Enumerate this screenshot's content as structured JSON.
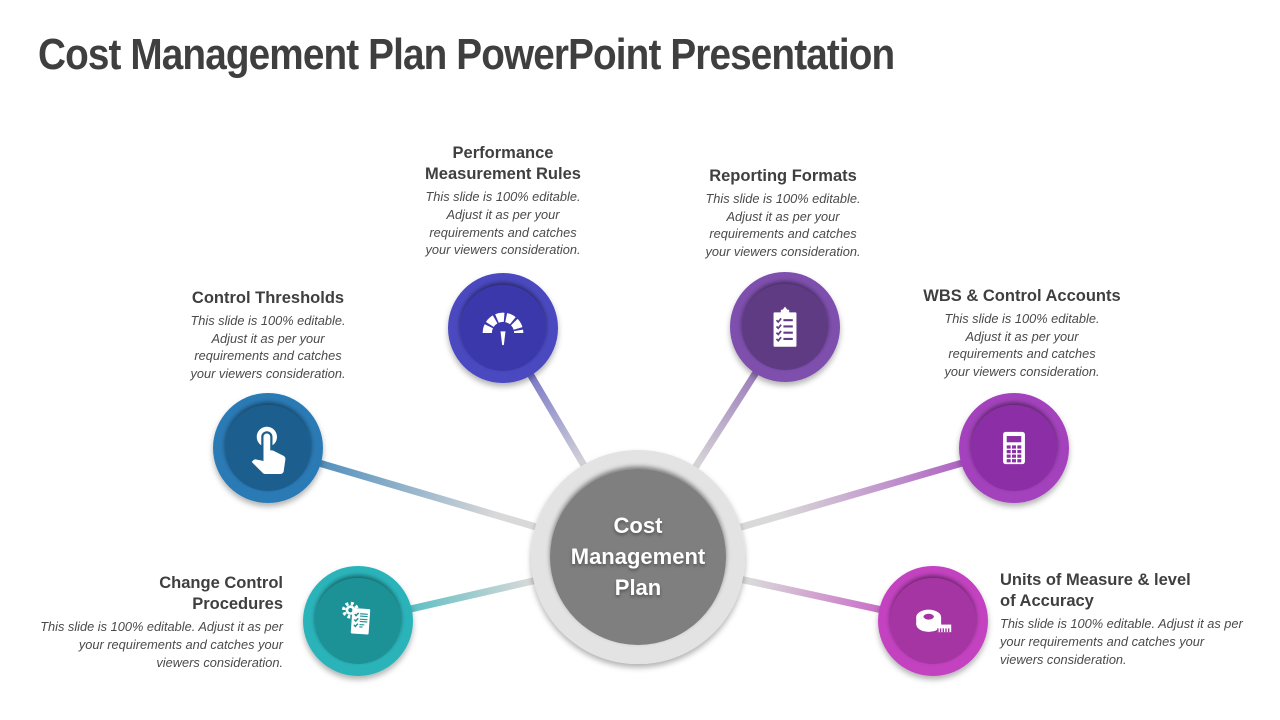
{
  "slide": {
    "title": "Cost Management Plan PowerPoint Presentation"
  },
  "center": {
    "label": "Cost\nManagement\nPlan",
    "ring_color": "#e3e3e3",
    "fill_color": "#7f7f7f"
  },
  "connector_color": "#d9d9d9",
  "nodes": [
    {
      "key": "control-thresholds",
      "title": "Control Thresholds",
      "desc": "This slide is 100% editable.\nAdjust it as per your\nrequirements and catches\nyour viewers consideration.",
      "icon": "touch-icon",
      "ring": "#2a7ab5",
      "fill": "#1d5e8e"
    },
    {
      "key": "performance-measurement-rules",
      "title": "Performance\nMeasurement Rules",
      "desc": "This slide is 100% editable.\nAdjust it as per your\nrequirements and catches\nyour viewers consideration.",
      "icon": "gauge-icon",
      "ring": "#4b49c0",
      "fill": "#3b39ac"
    },
    {
      "key": "reporting-formats",
      "title": "Reporting Formats",
      "desc": "This slide is 100% editable.\nAdjust it as per your\nrequirements and catches\nyour viewers consideration.",
      "icon": "clipboard-icon",
      "ring": "#7e50ad",
      "fill": "#5e3b84"
    },
    {
      "key": "wbs-control-accounts",
      "title": "WBS & Control Accounts",
      "desc": "This slide is 100% editable.\nAdjust it as per your\nrequirements and catches\nyour viewers consideration.",
      "icon": "calculator-icon",
      "ring": "#a342bc",
      "fill": "#8c2fa6"
    },
    {
      "key": "change-control-procedures",
      "title": "Change Control\nProcedures",
      "desc": "This slide is 100% editable. Adjust it as per\nyour requirements and catches your\nviewers consideration.",
      "icon": "document-gear-icon",
      "ring": "#2ab4ba",
      "fill": "#1d9196"
    },
    {
      "key": "units-of-measure-level-of-accuracy",
      "title": "Units of Measure & level\nof Accuracy",
      "desc": "This slide is 100% editable. Adjust it as per\nyour requirements and catches your\nviewers consideration.",
      "icon": "tape-measure-icon",
      "ring": "#c343c0",
      "fill": "#a434a2"
    }
  ]
}
